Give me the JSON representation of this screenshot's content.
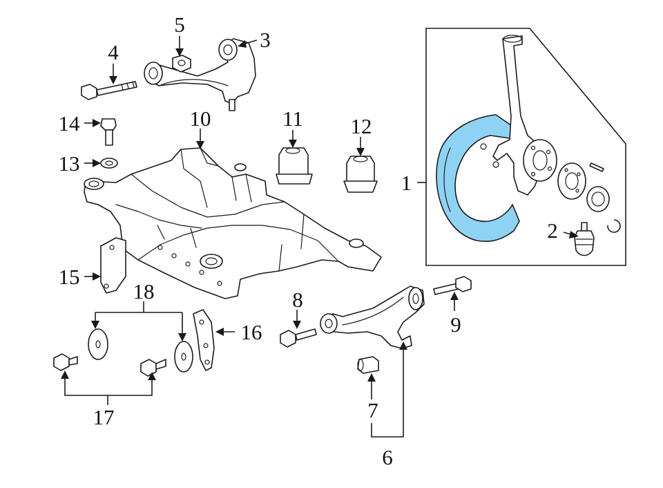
{
  "labels": {
    "l1": "1",
    "l2": "2",
    "l3": "3",
    "l4": "4",
    "l5": "5",
    "l6": "6",
    "l7": "7",
    "l8": "8",
    "l9": "9",
    "l10": "10",
    "l11": "11",
    "l12": "12",
    "l13": "13",
    "l14": "14",
    "l15": "15",
    "l16": "16",
    "l17": "17",
    "l18": "18"
  },
  "colors": {
    "highlight": "#8fd3f4",
    "stroke": "#1a1a1a",
    "background": "#ffffff"
  }
}
